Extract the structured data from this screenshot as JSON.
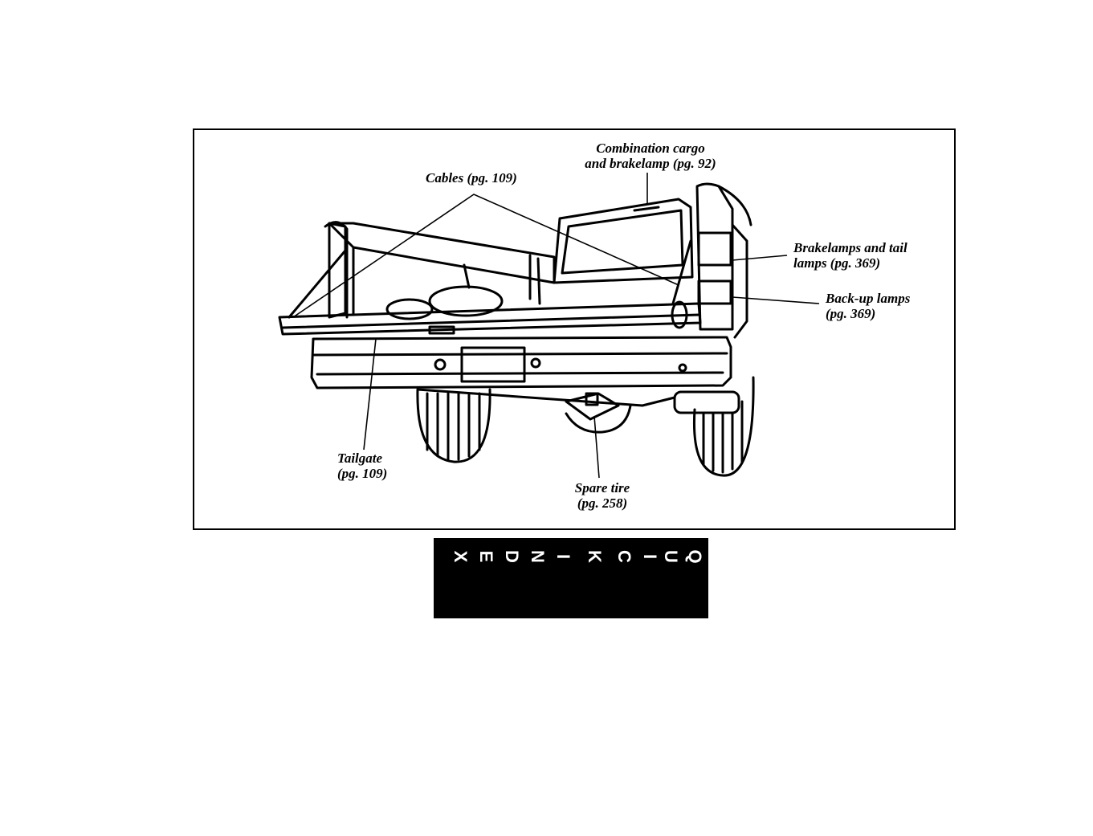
{
  "figure": {
    "callouts": {
      "combination_lamp": [
        "Combination cargo",
        "and brakelamp (pg. 92)"
      ],
      "cables": "Cables (pg. 109)",
      "brake_tail": [
        "Brakelamps and tail",
        "lamps (pg. 369)"
      ],
      "backup": [
        "Back-up lamps",
        "(pg. 369)"
      ],
      "tailgate": [
        "Tailgate",
        "(pg. 109)"
      ],
      "spare_tire": [
        "Spare tire",
        "(pg. 258)"
      ]
    }
  },
  "quick_index": {
    "letters": [
      "X",
      "E",
      "D",
      "N",
      "I",
      "K",
      "C",
      "I",
      "U",
      "Q"
    ],
    "colors": {
      "background": "#000000",
      "text": "#ffffff"
    }
  }
}
